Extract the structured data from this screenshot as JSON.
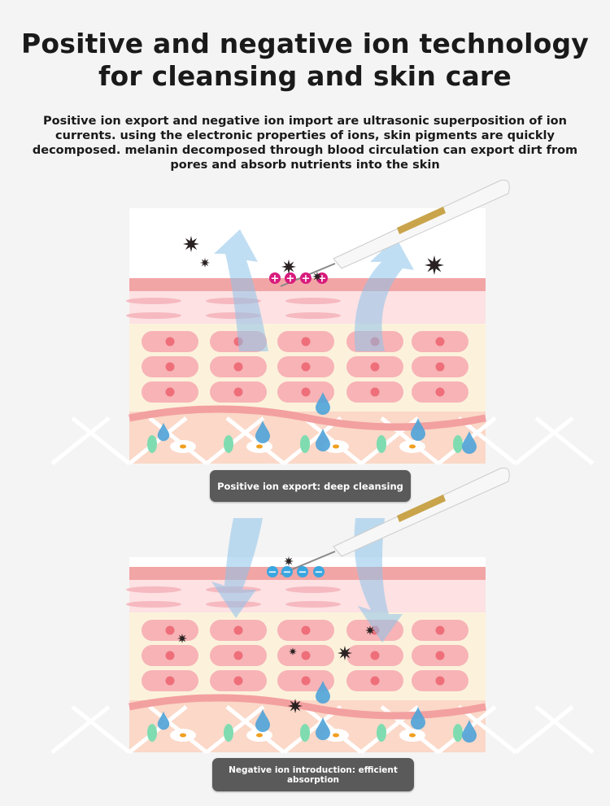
{
  "title": "Positive and negative ion technology for cleansing and skin care",
  "description": "Positive ion export and negative ion import are ultrasonic superposition of ion currents. using the electronic properties of ions, skin pigments are quickly decomposed. melanin decomposed through blood circulation can export dirt from pores and absorb nutrients into the skin",
  "panels": [
    {
      "caption": "Positive ion export: deep cleansing",
      "ion_symbol": "+",
      "ion_color": "#d81b7d",
      "direction": "export"
    },
    {
      "caption": "Negative ion introduction: efficient absorption",
      "ion_symbol": "−",
      "ion_color": "#3aa6e0",
      "direction": "import"
    }
  ],
  "colors": {
    "band": "#f2a5a5",
    "dermis": "#fde1e3",
    "cream": "#fcf2dc",
    "cell": "#f7b3b6",
    "nucleus": "#ee6f7a",
    "tissue": "#fbd8c8",
    "drop": "#4ea3d8",
    "green": "#7fdcb0"
  }
}
